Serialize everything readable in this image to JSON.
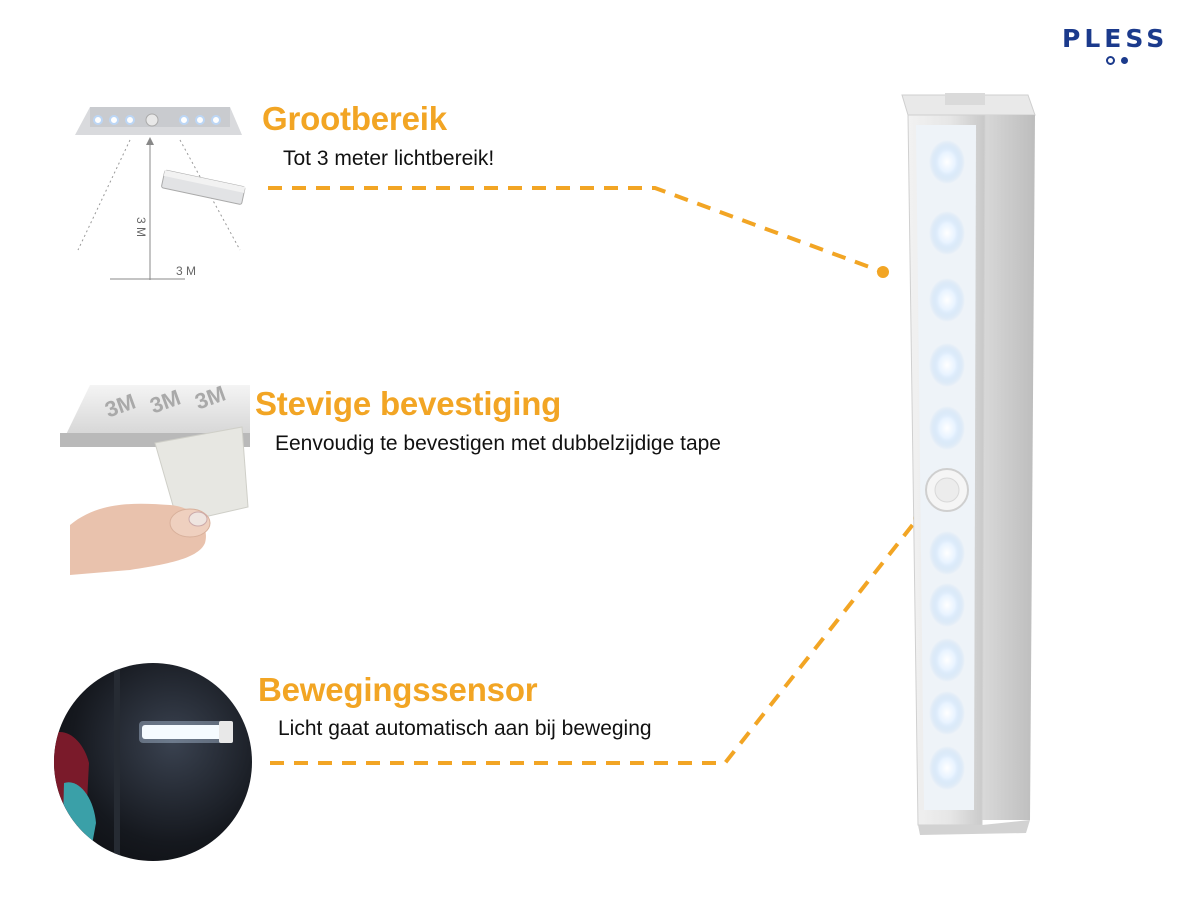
{
  "brand": {
    "logo_text": "PLESS",
    "color": "#1b3a8c"
  },
  "accent_color": "#f2a524",
  "features": [
    {
      "title": "Grootbereik",
      "description": "Tot 3 meter lichtbereik!",
      "icon": "range-diagram-icon",
      "diagram": {
        "vertical_label": "3 M",
        "horizontal_label": "3 M"
      }
    },
    {
      "title": "Stevige bevestiging",
      "description": "Eenvoudig te bevestigen met dubbelzijdige tape",
      "icon": "adhesive-tape-photo",
      "tape_text": "3M"
    },
    {
      "title": "Bewegingssensor",
      "description": "Licht gaat automatisch aan bij beweging",
      "icon": "motion-sensor-photo"
    }
  ],
  "product": {
    "name": "led-light-bar",
    "led_count": 10
  }
}
